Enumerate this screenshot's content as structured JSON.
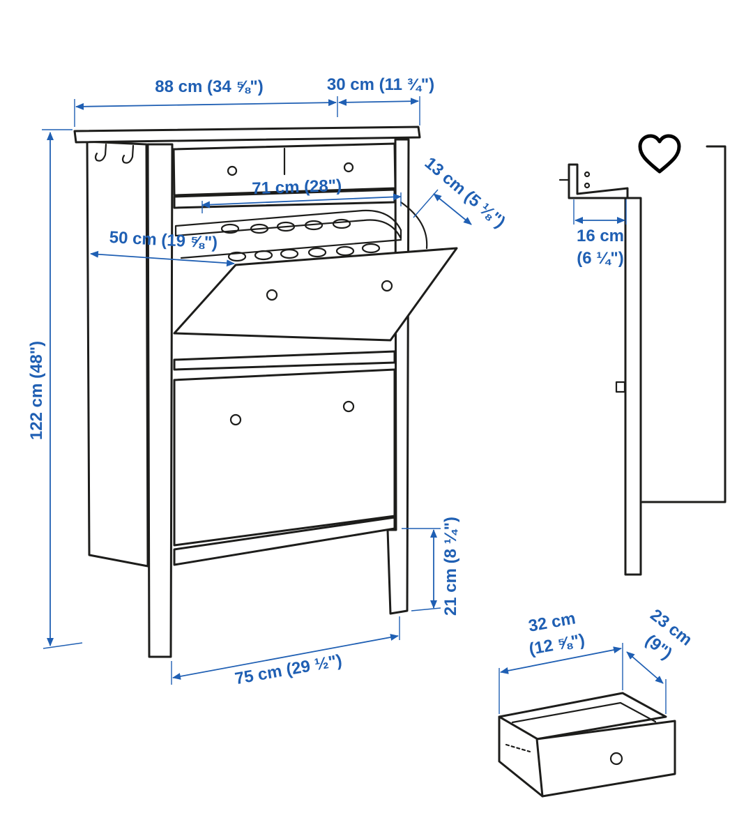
{
  "dimensions": {
    "width_top": "88 cm (34 ⅝\")",
    "depth_top": "30 cm (11 ¾\")",
    "height": "122 cm (48\")",
    "inner_width": "71 cm (28\")",
    "flap_depth": "13 cm (5 ⅛\")",
    "flap_width": "50 cm (19 ⅝\")",
    "leg_height": "21 cm (8 ¼\")",
    "base_width": "75 cm (29 ½\")",
    "wall_bracket_line1": "16 cm",
    "wall_bracket_line2": "(6 ¼\")",
    "drawer_width_line1": "32 cm",
    "drawer_width_line2": "(12 ⅝\")",
    "drawer_depth_line1": "23 cm",
    "drawer_depth_line2": "(9\")"
  },
  "colors": {
    "dimension": "#1f5fb3",
    "line": "#1d1d1b",
    "background": "#ffffff"
  },
  "icons": {
    "favorite": "heart-outline-icon"
  }
}
